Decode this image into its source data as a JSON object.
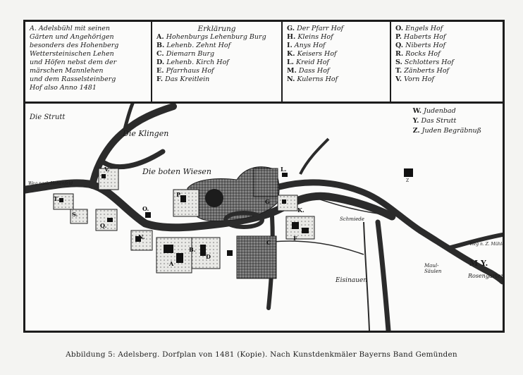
{
  "legend": {
    "intro": [
      "A. Adelsbühl mit seinen",
      "Gärten und Angehörigen",
      "besonders des Hohenberg",
      "Wettersteinischen Lehen",
      "und Höfen nebst dem der",
      "märschen Mannlehen",
      "und dem Rasselsteinberg",
      "Hof also Anno 1481"
    ],
    "ac_title": "Erklärung",
    "ac_items": [
      {
        "key": "A.",
        "text": "Hohenburgs Lehenburg Burg"
      },
      {
        "key": "B.",
        "text": "Lehenb. Zehnt Hof"
      },
      {
        "key": "C.",
        "text": "Diemarn Burg"
      },
      {
        "key": "D.",
        "text": "Lehenb. Kirch Hof"
      },
      {
        "key": "E.",
        "text": "Pfarrhaus Hof"
      },
      {
        "key": "F.",
        "text": "Das Kreitlein"
      }
    ],
    "gn_items": [
      {
        "key": "G.",
        "text": "Der Pfarr Hof"
      },
      {
        "key": "H.",
        "text": "Kleins Hof"
      },
      {
        "key": "I.",
        "text": "Anys Hof"
      },
      {
        "key": "K.",
        "text": "Keisers Hof"
      },
      {
        "key": "L.",
        "text": "Kreid Hof"
      },
      {
        "key": "M.",
        "text": "Dass Hof"
      },
      {
        "key": "N.",
        "text": "Kulerns Hof"
      }
    ],
    "ov_items": [
      {
        "key": "O.",
        "text": "Engels Hof"
      },
      {
        "key": "P.",
        "text": "Haberts Hof"
      },
      {
        "key": "Q.",
        "text": "Niberts Hof"
      },
      {
        "key": "R.",
        "text": "Rocks Hof"
      },
      {
        "key": "S.",
        "text": "Schlotters Hof"
      },
      {
        "key": "T.",
        "text": "Zänberts Hof"
      },
      {
        "key": "V.",
        "text": "Vorn Hof"
      }
    ],
    "wyz_items": [
      {
        "key": "W.",
        "text": "Judenbad"
      },
      {
        "key": "Y.",
        "text": "Das Strutt"
      },
      {
        "key": "Z.",
        "text": "Juden Begräbnuß"
      }
    ]
  },
  "map_labels": {
    "strutt": "Die Strutt",
    "klingen": "Die Klingen",
    "wiesen": "Die boten Wiesen",
    "weg": "Weg nach Hohenfeld",
    "schmiede": "Schmiede",
    "eisenauen": "Eisinauen",
    "maulbeeren": "Maul- Säulen",
    "rosengarten": "Rosengarten",
    "my": "M Y.",
    "weg2": "Weg n. Z. Mühle",
    "z": "Z"
  },
  "plot_letters": [
    "V.",
    "T.",
    "S.",
    "Q.",
    "P.",
    "O.",
    "N.",
    "A",
    "D",
    "B.",
    "C",
    "L.",
    "K.",
    "F",
    "G"
  ],
  "caption": "Abbildung 5: Adelsberg. Dorfplan von 1481 (Kopie). Nach Kunstdenkmäler Bayerns Band Gemünden",
  "colors": {
    "ink": "#1c1c1c",
    "paper": "#fbfbfa",
    "river": "#2b2b2b",
    "hatch": "#4a4a4a"
  }
}
